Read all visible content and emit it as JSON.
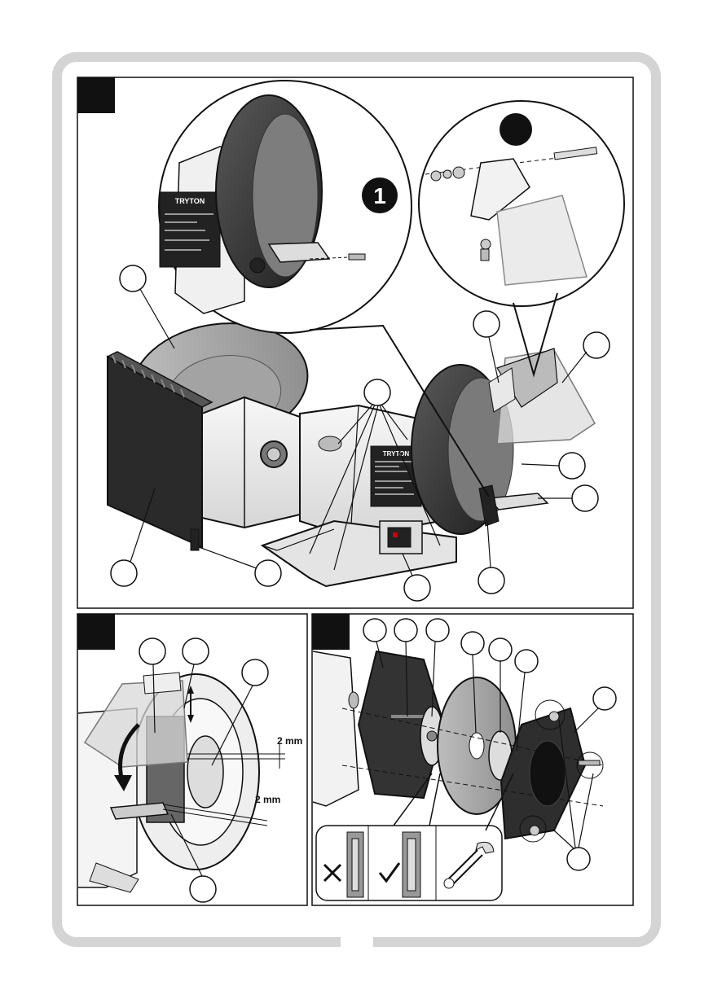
{
  "colors": {
    "frame": "#d4d4d4",
    "ink": "#111111",
    "panel_bg": "#ffffff",
    "wheel_dark": "#3a3a3a",
    "wheel_mid": "#8c8c8c",
    "housing": "#eeeeee",
    "guard_transparent": "#dcdcdc",
    "label_plate": "#222222"
  },
  "step_badges": {
    "step_one": "1",
    "step_two": ""
  },
  "nameplate": {
    "brand": "TRYTON"
  },
  "dimensions": {
    "upper_gap": "2 mm",
    "lower_gap": "2 mm"
  },
  "icons": {
    "wrong_mounting": "cross-mark-icon",
    "correct_mounting": "check-mark-icon",
    "tool": "wrench-icon",
    "switch": "power-switch-icon"
  }
}
